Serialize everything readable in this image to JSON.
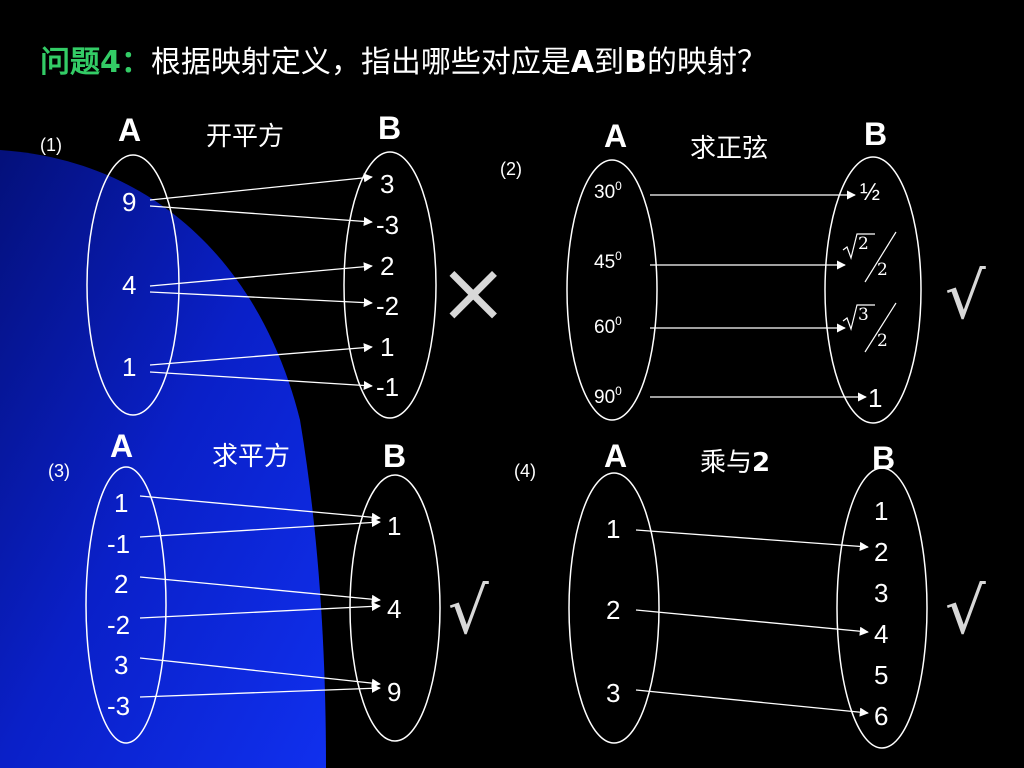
{
  "title": {
    "prefix": "问题4：",
    "text_before": "根据映射定义，指出哪些对应是",
    "set_a": "A",
    "to": "到",
    "set_b": "B",
    "text_after": "的映射？"
  },
  "colors": {
    "accent": "#33cc66",
    "background": "#000000",
    "shape": "#0d24dd",
    "mark": "#d8d8d8"
  },
  "panels": [
    {
      "index": "(1)",
      "rule": "开平方",
      "set_a_label": "A",
      "set_b_label": "B",
      "a_items": [
        "9",
        "4",
        "1"
      ],
      "b_items": [
        "3",
        "-3",
        "2",
        "-2",
        "1",
        "-1"
      ],
      "mark": "×",
      "mark_icon": "cross-icon"
    },
    {
      "index": "(2)",
      "rule": "求正弦",
      "set_a_label": "A",
      "set_b_label": "B",
      "a_items": [
        {
          "value": "30",
          "sup": "0"
        },
        {
          "value": "45",
          "sup": "0"
        },
        {
          "value": "60",
          "sup": "0"
        },
        {
          "value": "90",
          "sup": "0"
        }
      ],
      "b_items": [
        "½",
        "2",
        "2",
        "3",
        "2",
        "1"
      ],
      "mark": "√",
      "mark_icon": "check-icon"
    },
    {
      "index": "(3)",
      "rule": "求平方",
      "set_a_label": "A",
      "set_b_label": "B",
      "a_items": [
        "1",
        "-1",
        "2",
        "-2",
        "3",
        "-3"
      ],
      "b_items": [
        "1",
        "4",
        "9"
      ],
      "mark": "√",
      "mark_icon": "check-icon"
    },
    {
      "index": "(4)",
      "rule_text": "乘与",
      "rule_num": "2",
      "set_a_label": "A",
      "set_b_label": "B",
      "a_items": [
        "1",
        "2",
        "3"
      ],
      "b_items": [
        "1",
        "2",
        "3",
        "4",
        "5",
        "6"
      ],
      "mark": "√",
      "mark_icon": "check-icon"
    }
  ]
}
